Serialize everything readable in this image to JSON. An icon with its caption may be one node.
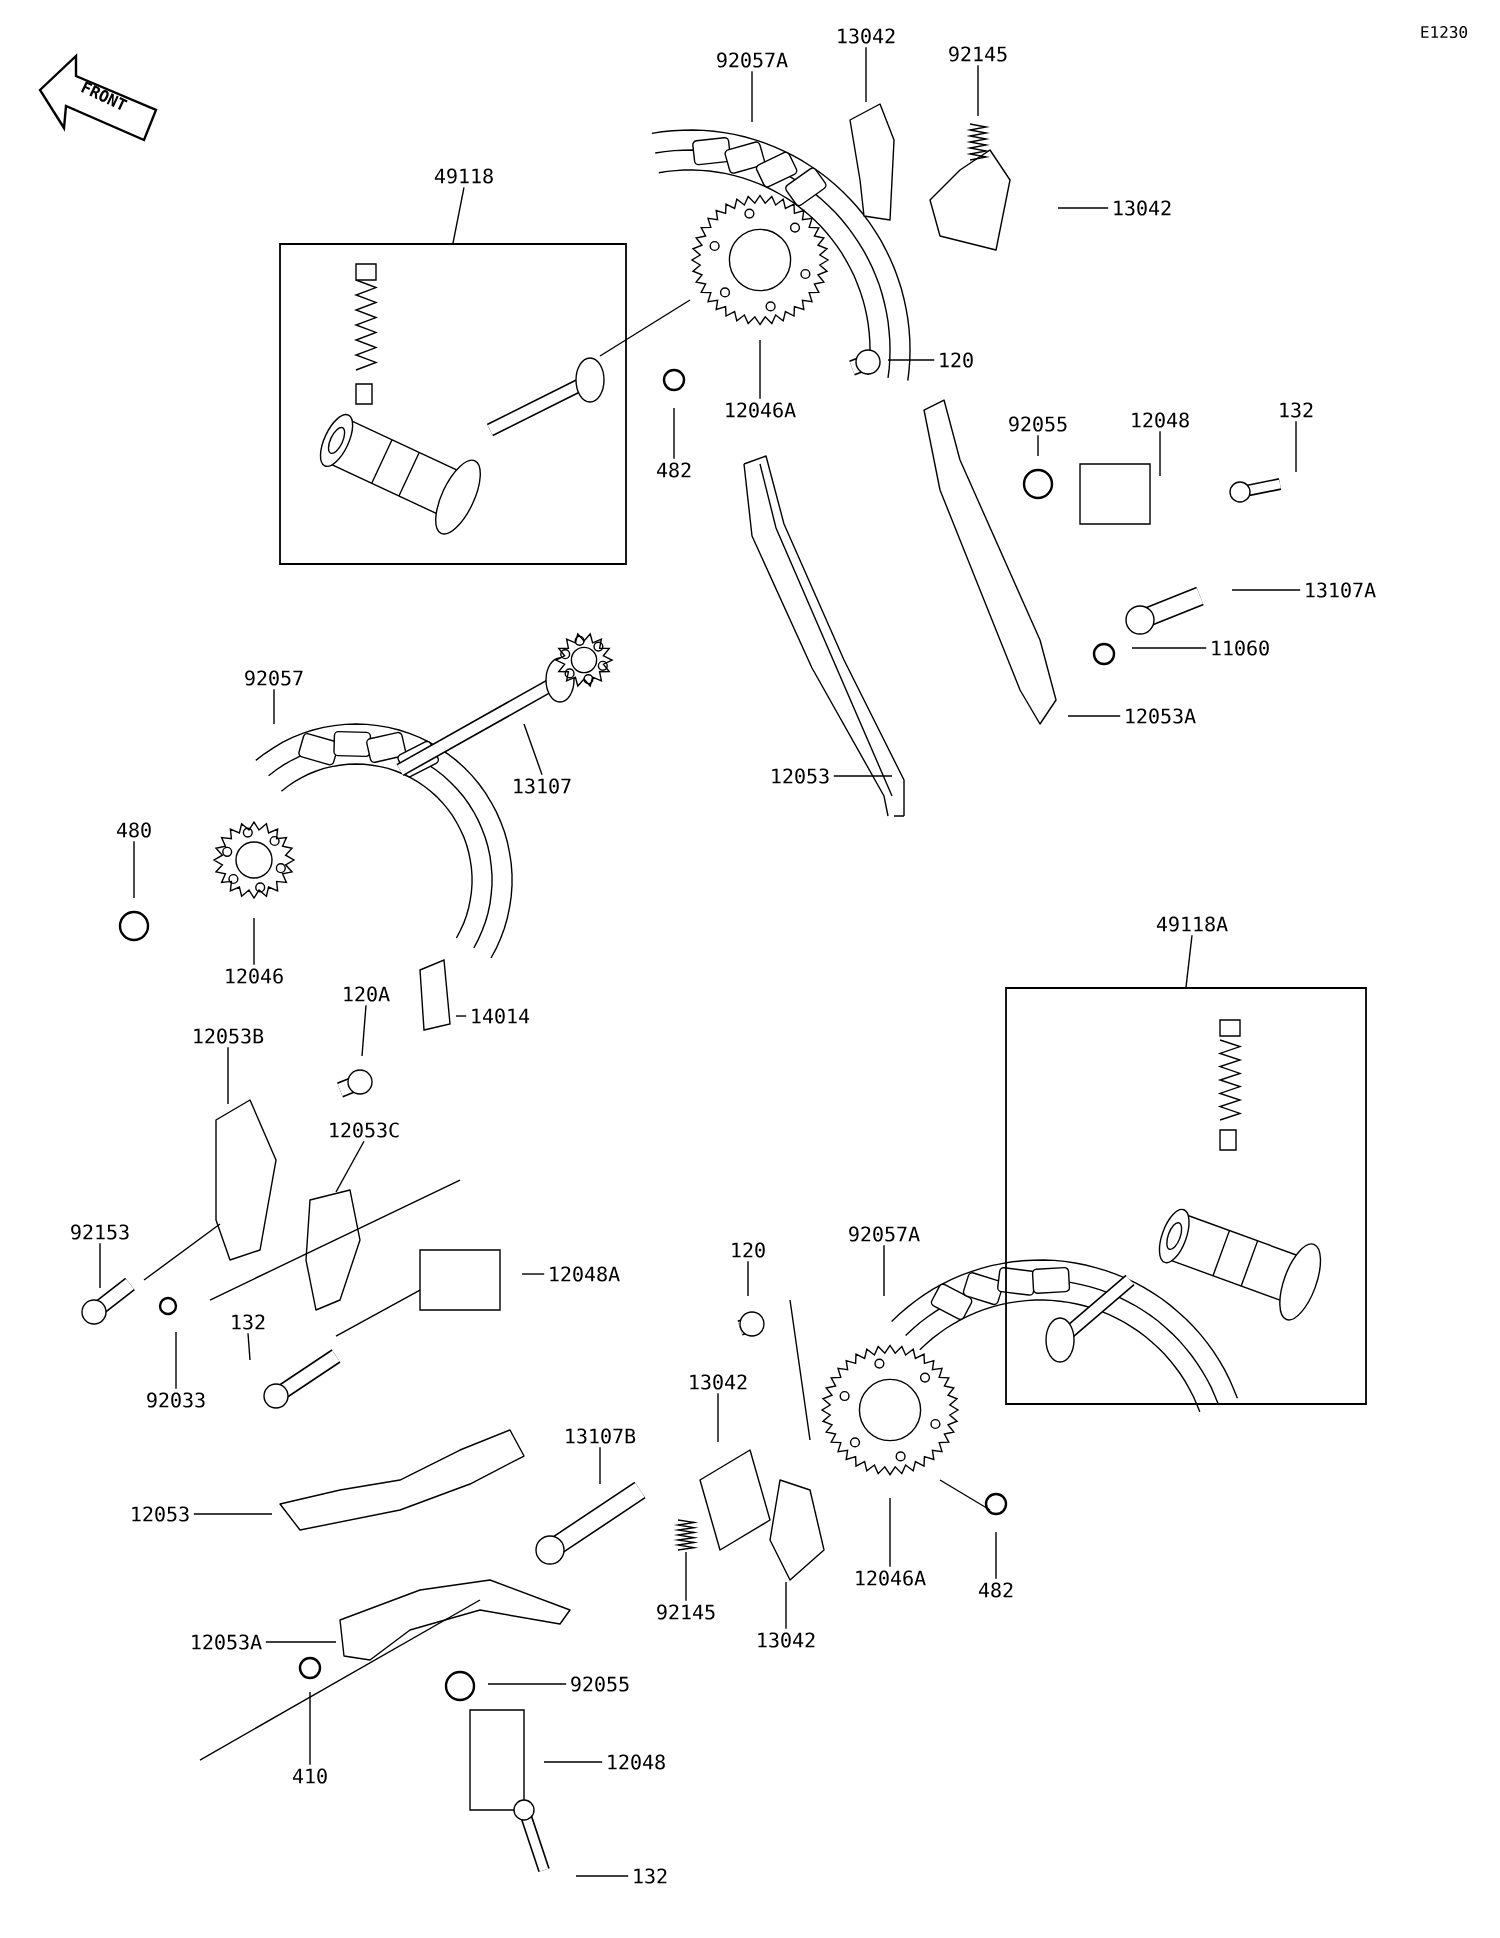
{
  "diagram": {
    "nodes": [
      {
        "text": [
          "49118"
        ]
      },
      {
        "text": [
          "92057A"
        ]
      },
      {
        "text": [
          "13042"
        ]
      },
      {
        "text": [
          "92145"
        ]
      },
      {
        "text": [
          "13042"
        ]
      },
      {
        "text": [
          "120"
        ]
      },
      {
        "text": [
          "12046A"
        ]
      },
      {
        "text": [
          "482"
        ]
      },
      {
        "text": [
          "92055"
        ]
      },
      {
        "text": [
          "12048"
        ]
      },
      {
        "text": [
          "132"
        ]
      },
      {
        "text": [
          "13107A"
        ]
      },
      {
        "text": [
          "11060"
        ]
      },
      {
        "text": [
          "12053A"
        ]
      },
      {
        "text": [
          "92057"
        ]
      },
      {
        "text": [
          "13107"
        ]
      },
      {
        "text": [
          "12053"
        ]
      },
      {
        "text": [
          "480"
        ]
      },
      {
        "text": [
          "12046"
        ]
      },
      {
        "text": [
          "49118A"
        ]
      },
      {
        "text": [
          "120A"
        ]
      },
      {
        "text": [
          "14014"
        ]
      },
      {
        "text": [
          "12053B"
        ]
      },
      {
        "text": [
          "12053C"
        ]
      },
      {
        "text": [
          "92153"
        ]
      },
      {
        "text": [
          "12048A"
        ]
      },
      {
        "text": [
          "120"
        ]
      },
      {
        "text": [
          "92057A"
        ]
      },
      {
        "text": [
          "132"
        ]
      },
      {
        "text": [
          "92033"
        ]
      },
      {
        "text": [
          "13042"
        ]
      },
      {
        "text": [
          "13107B"
        ]
      },
      {
        "text": [
          "12053"
        ]
      },
      {
        "text": [
          "12046A"
        ]
      },
      {
        "text": [
          "482"
        ]
      },
      {
        "text": [
          "92145"
        ]
      },
      {
        "text": [
          "13042"
        ]
      },
      {
        "text": [
          "12053A"
        ]
      },
      {
        "text": [
          "92055"
        ]
      },
      {
        "text": [
          "410"
        ]
      },
      {
        "text": [
          "12048"
        ]
      },
      {
        "text": [
          "132"
        ]
      },
      {
        "text": [],
        "shape": "box"
      },
      {
        "text": [],
        "shape": "box"
      }
    ],
    "edges": [
      {
        "from": 0,
        "to": 42,
        "arrow": "none"
      },
      {
        "from": 1,
        "to": null,
        "arrow": "none"
      },
      {
        "from": 2,
        "to": null,
        "arrow": "none"
      },
      {
        "from": 3,
        "to": null,
        "arrow": "none"
      },
      {
        "from": 4,
        "to": null,
        "arrow": "none"
      },
      {
        "from": 5,
        "to": null,
        "arrow": "none"
      },
      {
        "from": 6,
        "to": null,
        "arrow": "none"
      },
      {
        "from": 7,
        "to": null,
        "arrow": "none"
      },
      {
        "from": 8,
        "to": null,
        "arrow": "none"
      },
      {
        "from": 9,
        "to": null,
        "arrow": "none"
      },
      {
        "from": 10,
        "to": null,
        "arrow": "none"
      },
      {
        "from": 11,
        "to": null,
        "arrow": "none"
      },
      {
        "from": 12,
        "to": null,
        "arrow": "none"
      },
      {
        "from": 13,
        "to": null,
        "arrow": "none"
      },
      {
        "from": 14,
        "to": null,
        "arrow": "none"
      },
      {
        "from": 15,
        "to": null,
        "arrow": "none"
      },
      {
        "from": 16,
        "to": null,
        "arrow": "none"
      },
      {
        "from": 17,
        "to": null,
        "arrow": "none"
      },
      {
        "from": 18,
        "to": null,
        "arrow": "none"
      },
      {
        "from": 19,
        "to": 43,
        "arrow": "none"
      },
      {
        "from": 20,
        "to": null,
        "arrow": "none"
      },
      {
        "from": 21,
        "to": null,
        "arrow": "none"
      },
      {
        "from": 22,
        "to": null,
        "arrow": "none"
      },
      {
        "from": 23,
        "to": null,
        "arrow": "none"
      },
      {
        "from": 24,
        "to": null,
        "arrow": "none"
      },
      {
        "from": 25,
        "to": null,
        "arrow": "none"
      },
      {
        "from": 26,
        "to": null,
        "arrow": "none"
      },
      {
        "from": 27,
        "to": null,
        "arrow": "none"
      },
      {
        "from": 28,
        "to": null,
        "arrow": "none"
      },
      {
        "from": 29,
        "to": null,
        "arrow": "none"
      },
      {
        "from": 30,
        "to": null,
        "arrow": "none"
      },
      {
        "from": 31,
        "to": null,
        "arrow": "none"
      },
      {
        "from": 32,
        "to": null,
        "arrow": "none"
      },
      {
        "from": 33,
        "to": null,
        "arrow": "none"
      },
      {
        "from": 34,
        "to": null,
        "arrow": "none"
      },
      {
        "from": 35,
        "to": null,
        "arrow": "none"
      },
      {
        "from": 36,
        "to": null,
        "arrow": "none"
      },
      {
        "from": 37,
        "to": null,
        "arrow": "none"
      },
      {
        "from": 38,
        "to": null,
        "arrow": "none"
      },
      {
        "from": 39,
        "to": null,
        "arrow": "none"
      },
      {
        "from": 40,
        "to": null,
        "arrow": "none"
      },
      {
        "from": 41,
        "to": null,
        "arrow": "none"
      }
    ],
    "labels": [
      "E1230",
      "FRONT"
    ]
  }
}
